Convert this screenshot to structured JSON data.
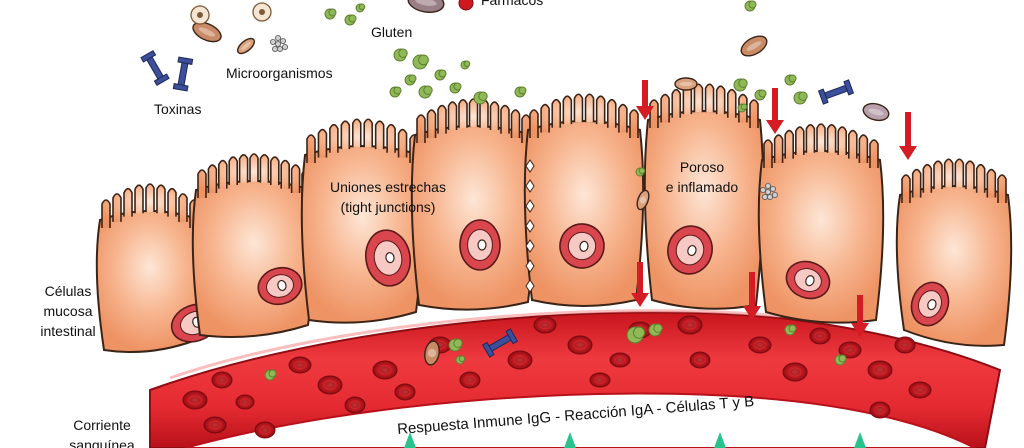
{
  "labels": {
    "farmacos": "Fármacos",
    "gluten": "Gluten",
    "microorganismos": "Microorganismos",
    "toxinas": "Toxinas",
    "uniones_line1": "Uniones estrechas",
    "uniones_line2": "(tight junctions)",
    "poroso_line1": "Poroso",
    "poroso_line2": "e inflamado",
    "celulas_line1": "Células",
    "celulas_line2": "mucosa",
    "celulas_line3": "intestinal",
    "corriente_line1": "Corriente",
    "corriente_line2": "sanguínea",
    "respuesta": "Respuesta Inmune IgG - Reacción IgA - Células T y B"
  },
  "colors": {
    "cell_fill": "#f4a47c",
    "cell_highlight": "#fde4d3",
    "cell_stroke": "#3a2418",
    "nucleus": "#d9464e",
    "vessel": "#e5262e",
    "vessel_light": "#f26b6e",
    "blood_cell": "#c41a20",
    "gluten": "#8fb957",
    "toxin": "#3d4f9a",
    "arrow": "#d51c24"
  },
  "icons": [
    "toxin-icon",
    "bacteria-icon",
    "gluten-particle-icon",
    "drug-capsule-icon",
    "red-blood-cell-icon",
    "down-arrow-icon"
  ]
}
